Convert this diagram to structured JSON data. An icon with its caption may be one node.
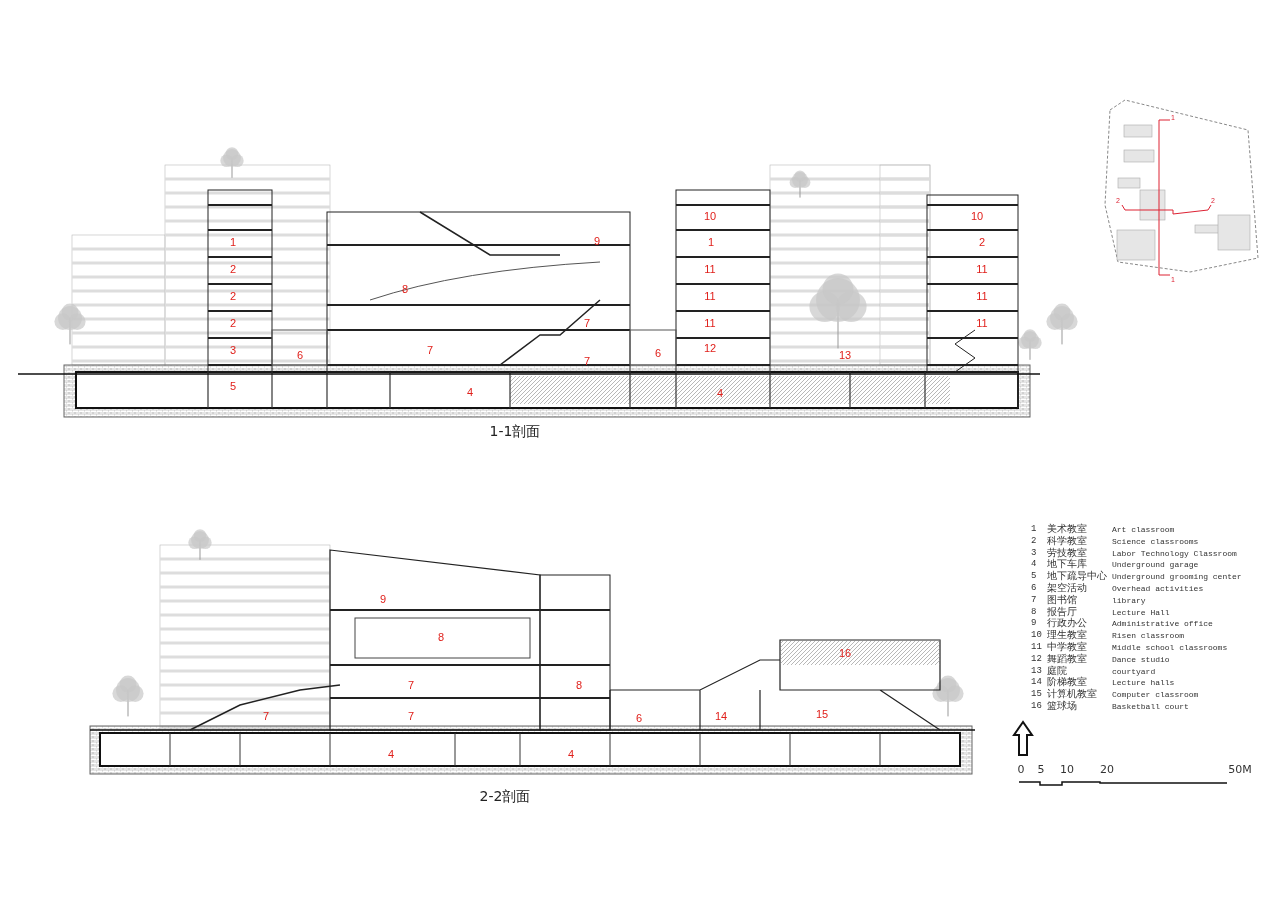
{
  "diagram": {
    "labels": [
      "10",
      "10",
      "1",
      "9",
      "1",
      "2",
      "2",
      "11",
      "11",
      "8",
      "2",
      "11",
      "11",
      "2",
      "7",
      "11",
      "11",
      "3",
      "6",
      "7",
      "7",
      "6",
      "12",
      "13",
      "5",
      "4",
      "4",
      "1-1剖面",
      "9",
      "8",
      "16",
      "7",
      "8",
      "7",
      "7",
      "6",
      "14",
      "15",
      "4",
      "4",
      "2-2剖面",
      "1",
      "美术教室",
      "Art classroom",
      "2",
      "科学教室",
      "Science classrooms",
      "3",
      "劳技教室",
      "Labor Technology Classroom",
      "4",
      "地下车库",
      "Underground garage",
      "5",
      "地下疏导中心",
      "Underground grooming center",
      "6",
      "架空活动",
      "Overhead activities",
      "7",
      "图书馆",
      "library",
      "8",
      "报告厅",
      "Lecture Hall",
      "9",
      "行政办公",
      "Administrative office",
      "10",
      "理生教室",
      "Risen classroom",
      "11",
      "中学教室",
      "Middle school classrooms",
      "12",
      "舞蹈教室",
      "Dance studio",
      "13",
      "庭院",
      "courtyard",
      "14",
      "阶梯教室",
      "Lecture halls",
      "15",
      "计算机教室",
      "Computer classroom",
      "16",
      "篮球场",
      "Basketball court",
      "0",
      "5",
      "10",
      "20",
      "50M",
      "1",
      "2",
      "2",
      "1"
    ]
  }
}
